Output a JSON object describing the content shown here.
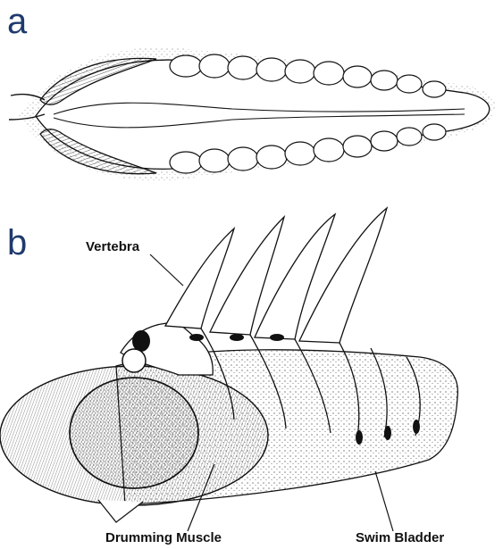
{
  "figure": {
    "panel_a": {
      "letter": "a"
    },
    "panel_b": {
      "letter": "b",
      "labels": {
        "vertebra": "Vertebra",
        "drumming_muscle": "Drumming Muscle",
        "swim_bladder": "Swim Bladder"
      }
    }
  }
}
